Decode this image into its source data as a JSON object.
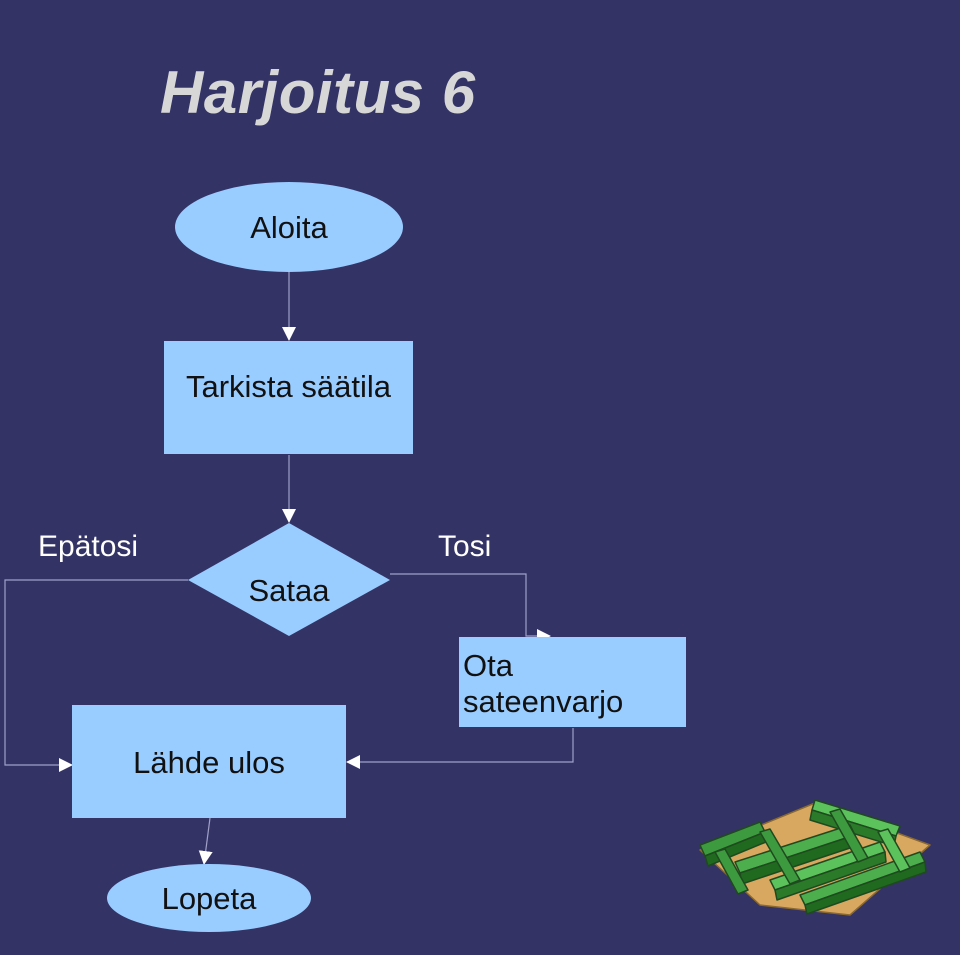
{
  "slide": {
    "title": "Harjoitus 6"
  },
  "flowchart": {
    "start": "Aloita",
    "check": "Tarkista säätila",
    "decision": "Sataa",
    "false_label": "Epätosi",
    "true_label": "Tosi",
    "umbrella": [
      "Ota",
      "sateenvarjo"
    ],
    "go_out": "Lähde ulos",
    "end": "Lopeta"
  },
  "colors": {
    "background": "#333366",
    "shape_fill": "#99ccff",
    "connector": "#a0a0c8",
    "title": "#d7d7d7"
  },
  "clipart": "hedge-maze-clipart"
}
